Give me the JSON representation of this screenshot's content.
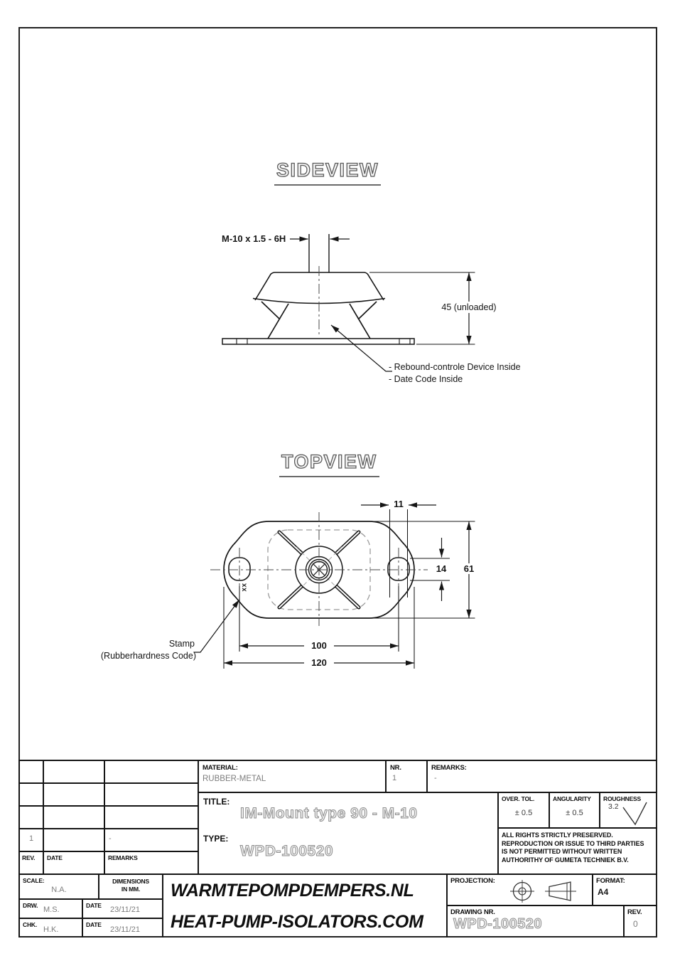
{
  "sideview": {
    "title": "SIDEVIEW",
    "thread_label": "M-10 x 1.5 - 6H",
    "height_dim": "45 (unloaded)",
    "note_1": "- Rebound-controle Device Inside",
    "note_2": "- Date Code Inside"
  },
  "topview": {
    "title": "TOPVIEW",
    "dim_hole_width": "11",
    "dim_hole_height": "14",
    "dim_body_height": "61",
    "dim_hole_distance": "100",
    "dim_overall_length": "120",
    "stamp_mark": "xx",
    "stamp_line1": "Stamp",
    "stamp_line2": "(Rubberhardness Code)"
  },
  "title_block": {
    "material_label": "MATERIAL:",
    "material_value": "RUBBER-METAL",
    "nr_label": "NR.",
    "nr_value": "1",
    "remarks_label": "REMARKS:",
    "remarks_value": "-",
    "title_label": "TITLE:",
    "title_value": "IM-Mount type 90 - M-10",
    "type_label": "TYPE:",
    "type_value": "WPD-100520",
    "over_tol_label": "OVER. TOL.",
    "over_tol_value": "± 0.5",
    "angularity_label": "ANGULARITY",
    "angularity_value": "± 0.5",
    "roughness_label": "ROUGHNESS",
    "roughness_value": "3.2",
    "rights_line1": "ALL RIGHTS STRICTLY PRESERVED.",
    "rights_line2": "REPRODUCTION OR ISSUE TO THIRD PARTIES",
    "rights_line3": "IS NOT PERMITTED WITHOUT WRITTEN",
    "rights_line4": "AUTHORITHY OF GUMETA TECHNIEK B.V.",
    "revision_table": {
      "header_rev": "REV.",
      "header_date": "DATE",
      "header_remarks": "REMARKS",
      "row_rev": "1",
      "row_remarks": "-"
    },
    "scale_label": "SCALE:",
    "scale_value": "N.A.",
    "dims_line1": "DIMENSIONS",
    "dims_line2": "IN MM.",
    "drw_label": "DRW.",
    "drw_value": "M.S.",
    "date_label_1": "DATE",
    "date_value_1": "23/11/21",
    "chk_label": "CHK.",
    "chk_value": "H.K.",
    "date_label_2": "DATE",
    "date_value_2": "23/11/21",
    "brand_line1": "WARMTEPOMPDEMPERS.NL",
    "brand_line2": "HEAT-PUMP-ISOLATORS.COM",
    "projection_label": "PROJECTION:",
    "format_label": "FORMAT:",
    "format_value": "A4",
    "drawing_nr_label": "DRAWING NR.",
    "drawing_nr_value": "WPD-100520",
    "rev_label": "REV.",
    "rev_value": "0"
  }
}
